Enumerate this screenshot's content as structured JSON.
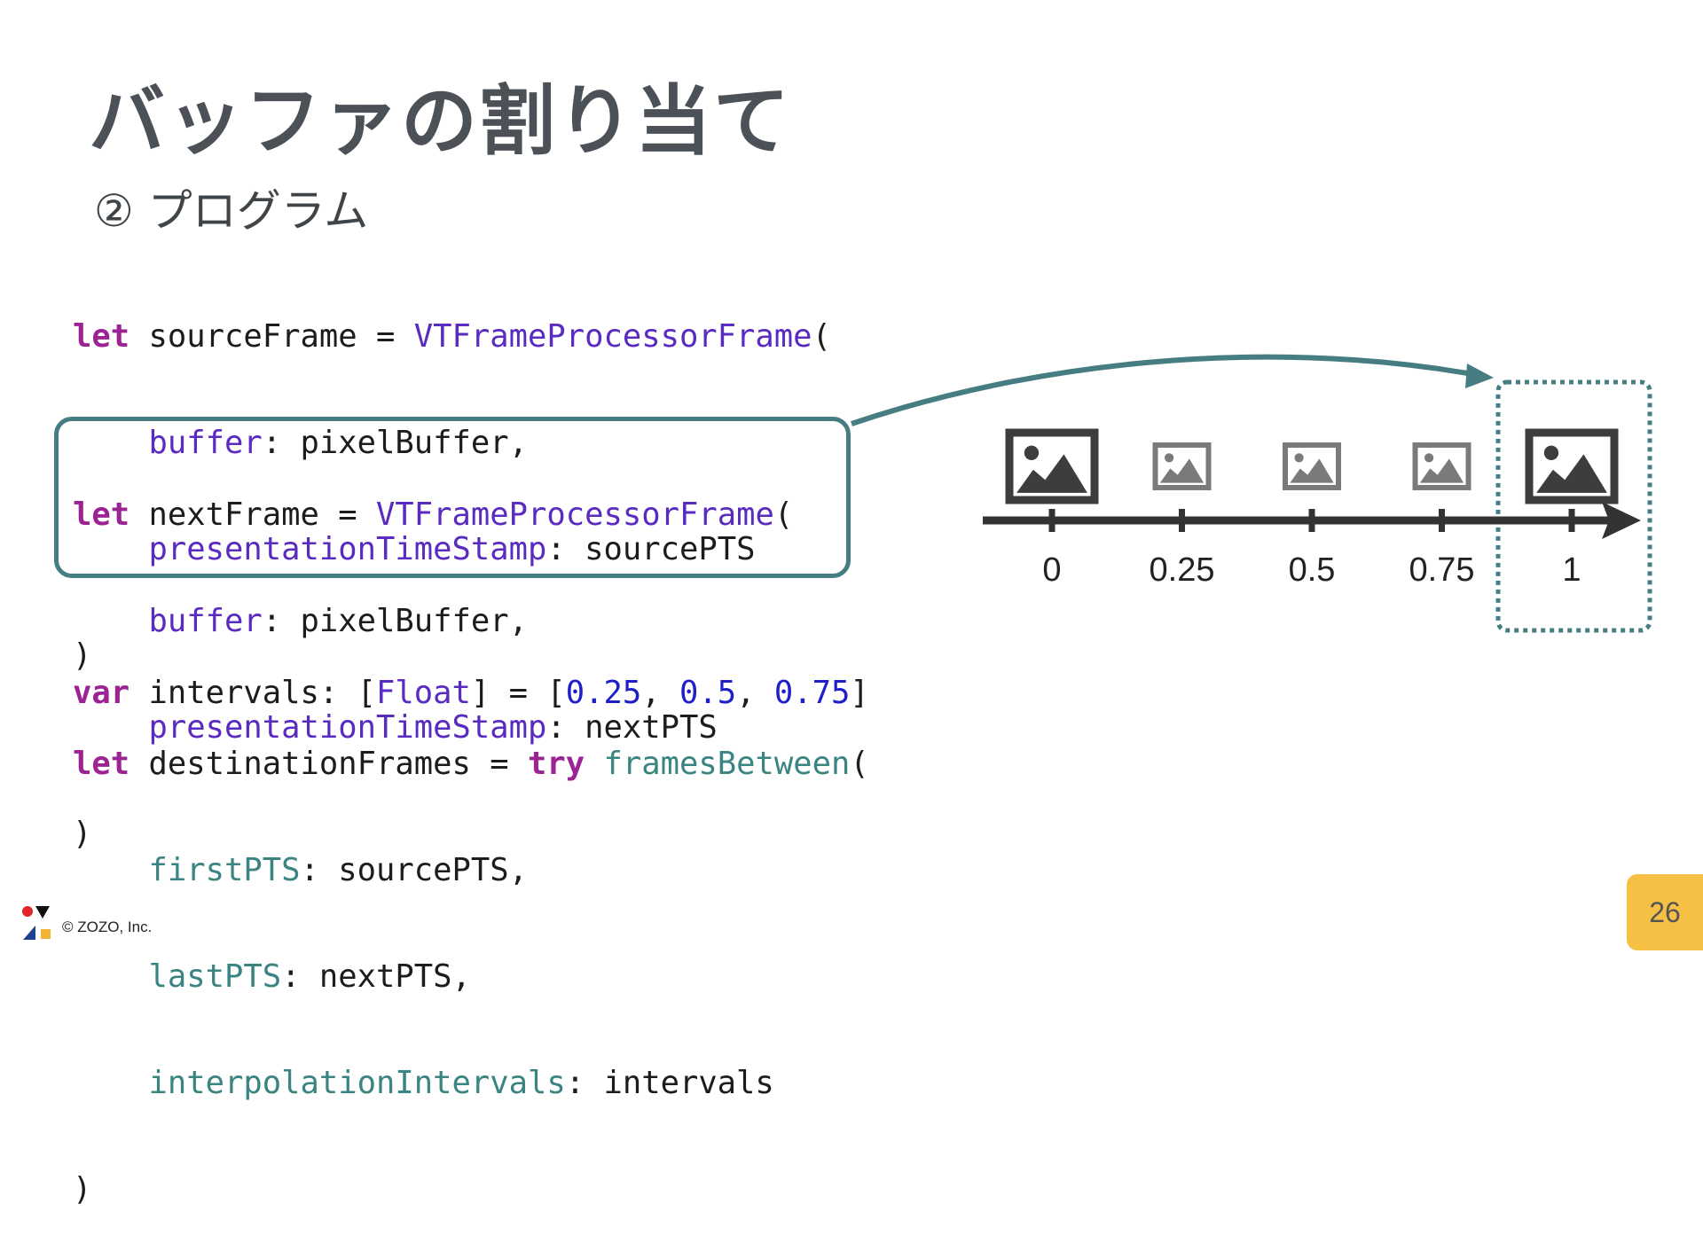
{
  "slide": {
    "title": "バッファの割り当て",
    "subtitle": "② プログラム",
    "page_number": "26",
    "copyright": "© ZOZO, Inc."
  },
  "code": {
    "line1_kw": "let",
    "line1_text": " sourceFrame = ",
    "line1_type": "VTFrameProcessorFrame",
    "line1_end": "(",
    "line2_param": "buffer",
    "line2_rest": ": pixelBuffer,",
    "line3_param": "presentationTimeStamp",
    "line3_rest": ": sourcePTS",
    "line4": ")",
    "line5_kw": "let",
    "line5_text": " nextFrame = ",
    "line5_type": "VTFrameProcessorFrame",
    "line5_end": "(",
    "line6_param": "buffer",
    "line6_rest": ": pixelBuffer,",
    "line7_param": "presentationTimeStamp",
    "line7_rest": ": nextPTS",
    "line8": ")",
    "line9_kw": "var",
    "line9_text": " intervals: [",
    "line9_type": "Float",
    "line9_mid": "] = [",
    "line9_n1": "0.25",
    "line9_sep1": ", ",
    "line9_n2": "0.5",
    "line9_sep2": ", ",
    "line9_n3": "0.75",
    "line9_end": "]",
    "line10_kw": "let",
    "line10_text": " destinationFrames = ",
    "line10_try": "try",
    "line10_sp": " ",
    "line10_fn": "framesBetween",
    "line10_end": "(",
    "line11_param": "firstPTS",
    "line11_rest": ": sourcePTS,",
    "line12_param": "lastPTS",
    "line12_rest": ": nextPTS,",
    "line13_param": "interpolationIntervals",
    "line13_rest": ": intervals",
    "line14": ")"
  },
  "timeline": {
    "ticks": [
      {
        "label": "0",
        "value": 0,
        "icon": "image-icon",
        "emphasis": true
      },
      {
        "label": "0.25",
        "value": 0.25,
        "icon": "image-icon",
        "emphasis": false
      },
      {
        "label": "0.5",
        "value": 0.5,
        "icon": "image-icon",
        "emphasis": false
      },
      {
        "label": "0.75",
        "value": 0.75,
        "icon": "image-icon",
        "emphasis": false
      },
      {
        "label": "1",
        "value": 1,
        "icon": "image-icon",
        "emphasis": true
      }
    ]
  },
  "colors": {
    "accent": "#467d82",
    "keyword": "#9b2393",
    "type": "#5a2bc0",
    "function": "#3a8482",
    "number": "#1f1fc9",
    "badge": "#f6c045"
  }
}
